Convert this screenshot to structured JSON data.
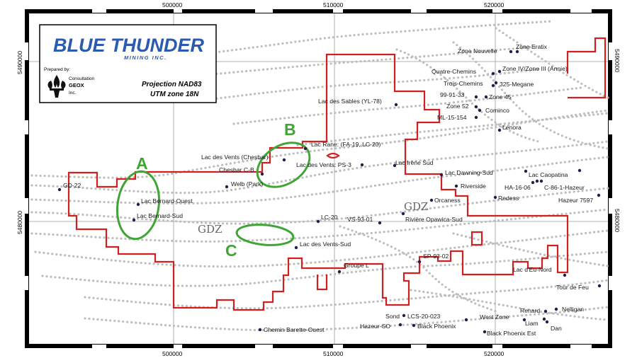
{
  "logo": {
    "company_main": "BLUE THUNDER",
    "company_sub": "MINING INC.",
    "prepared_by": "Prepared by:",
    "consultant_line1": "Consultation",
    "consultant_line2": "GEOX",
    "consultant_line3": "Inc.",
    "projection_line1": "Projection NAD83",
    "projection_line2": "UTM zone 18N"
  },
  "axes": {
    "x_ticks": [
      "500000",
      "510000",
      "520000"
    ],
    "y_ticks": [
      "5490000",
      "5480000"
    ]
  },
  "zones": [
    "A",
    "B",
    "C"
  ],
  "gdz_labels": [
    "GDZ",
    "GDZ"
  ],
  "showings": [
    "Zone Nouvelle",
    "Zone  Eratix",
    "Quatre-Chemins",
    "Zone IV/Zone III (Annie)",
    "Trois-Chemins",
    "325-Megane",
    "99-91-33",
    "Zone 45",
    "Zone 52",
    "Cominco",
    "ML-15-154",
    "Lac des Sables (YL-78)",
    "Lenora",
    "Lac Rane: (FA-19, LC-20)",
    "Lac des Vents (Chesbar)",
    "Lac des Vents: PS-3",
    "Lac Irène Sud",
    "Chesbar C-B",
    "Lac Dawning-Sud",
    "Lac Caopatina",
    "GD-22",
    "Welb (Park)",
    "Riverside",
    "HA-16-06",
    "C-86-1-Hazeur",
    "Lac Bernard-Ouest",
    "Redess",
    "Orcaness",
    "Hazeur 7597",
    "Lac Bernard-Sud",
    "LC-20",
    "VS-93-01",
    "Rivière Opawica-Sud",
    "Lac des Vents-Sud",
    "SP-93-02",
    "Groupe L",
    "Lac d'Eu-Nord",
    "Tour de Feu",
    "Renard",
    "Nelligan",
    "Sond",
    "LCS-20-023",
    "West Zone",
    "Liam",
    "Hazeur-SO",
    "Black Phoenix",
    "Dan",
    "Black Phoenix Est",
    "Chemin Barette-Ouest"
  ],
  "colors": {
    "claim_boundary": "#d21f1f",
    "zone_ellipse": "#3fa535",
    "trend_dots": "#bdbdbd",
    "showing_marker": "#2b1a4a",
    "logo_blue": "#2a5bb0"
  }
}
